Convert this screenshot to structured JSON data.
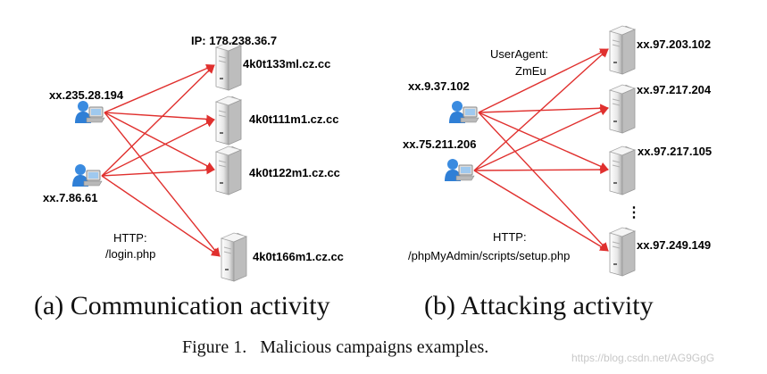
{
  "colors": {
    "edge": "#e0302e",
    "text": "#111111",
    "server_light": "#f3f3f3",
    "server_dark": "#9a9a9a",
    "user": "#2f7fd6"
  },
  "panel_a": {
    "subtitle": "(a) Communication activity",
    "server_ip": "IP: 178.238.36.7",
    "protocol": "HTTP:",
    "path": "/login.php",
    "clients": [
      {
        "id": "a_c1",
        "label": "xx.235.28.194"
      },
      {
        "id": "a_c2",
        "label": "xx.7.86.61"
      }
    ],
    "servers": [
      {
        "id": "a_s1",
        "label": "4k0t133ml.cz.cc"
      },
      {
        "id": "a_s2",
        "label": "4k0t111m1.cz.cc"
      },
      {
        "id": "a_s3",
        "label": "4k0t122m1.cz.cc"
      },
      {
        "id": "a_s4",
        "label": "4k0t166m1.cz.cc"
      }
    ]
  },
  "panel_b": {
    "subtitle": "(b) Attacking activity",
    "useragent_label": "UserAgent:",
    "useragent_value": "ZmEu",
    "protocol": "HTTP:",
    "path": "/phpMyAdmin/scripts/setup.php",
    "ellipsis": "⋮",
    "clients": [
      {
        "id": "b_c1",
        "label": "xx.9.37.102"
      },
      {
        "id": "b_c2",
        "label": "xx.75.211.206"
      }
    ],
    "servers": [
      {
        "id": "b_s1",
        "label": "xx.97.203.102"
      },
      {
        "id": "b_s2",
        "label": "xx.97.217.204"
      },
      {
        "id": "b_s3",
        "label": "xx.97.217.105"
      },
      {
        "id": "b_s4",
        "label": "xx.97.249.149"
      }
    ]
  },
  "caption": "Figure 1.   Malicious campaigns examples.",
  "watermark": "https://blog.csdn.net/AG9GgG"
}
